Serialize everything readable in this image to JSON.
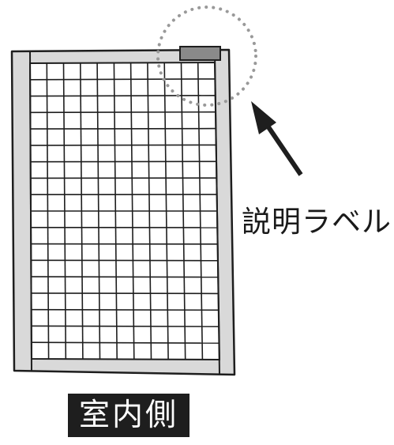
{
  "callout": {
    "label": "説明ラベル"
  },
  "side_label": "室内側",
  "grid": {
    "columns": 11,
    "rows": 18
  },
  "colors": {
    "frame_fill": "#d9d9d9",
    "frame_stroke": "#1e1e1e",
    "label_plate": "#8a8a8a",
    "highlight_circle": "#999999",
    "badge_background": "#1e1e1e"
  }
}
